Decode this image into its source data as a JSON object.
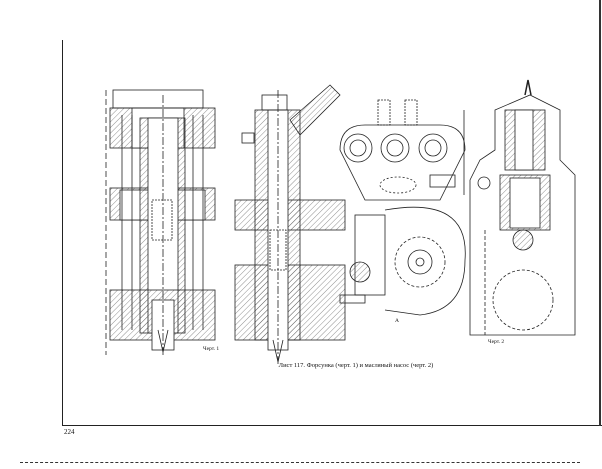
{
  "page": {
    "number": "224",
    "caption": "Лист 117. Форсунка (черт. 1) и масляный насос (черт. 2)",
    "figure_labels": {
      "fig1": "Черт. 1",
      "fig2": "Черт. 2",
      "view_a": "А"
    }
  }
}
